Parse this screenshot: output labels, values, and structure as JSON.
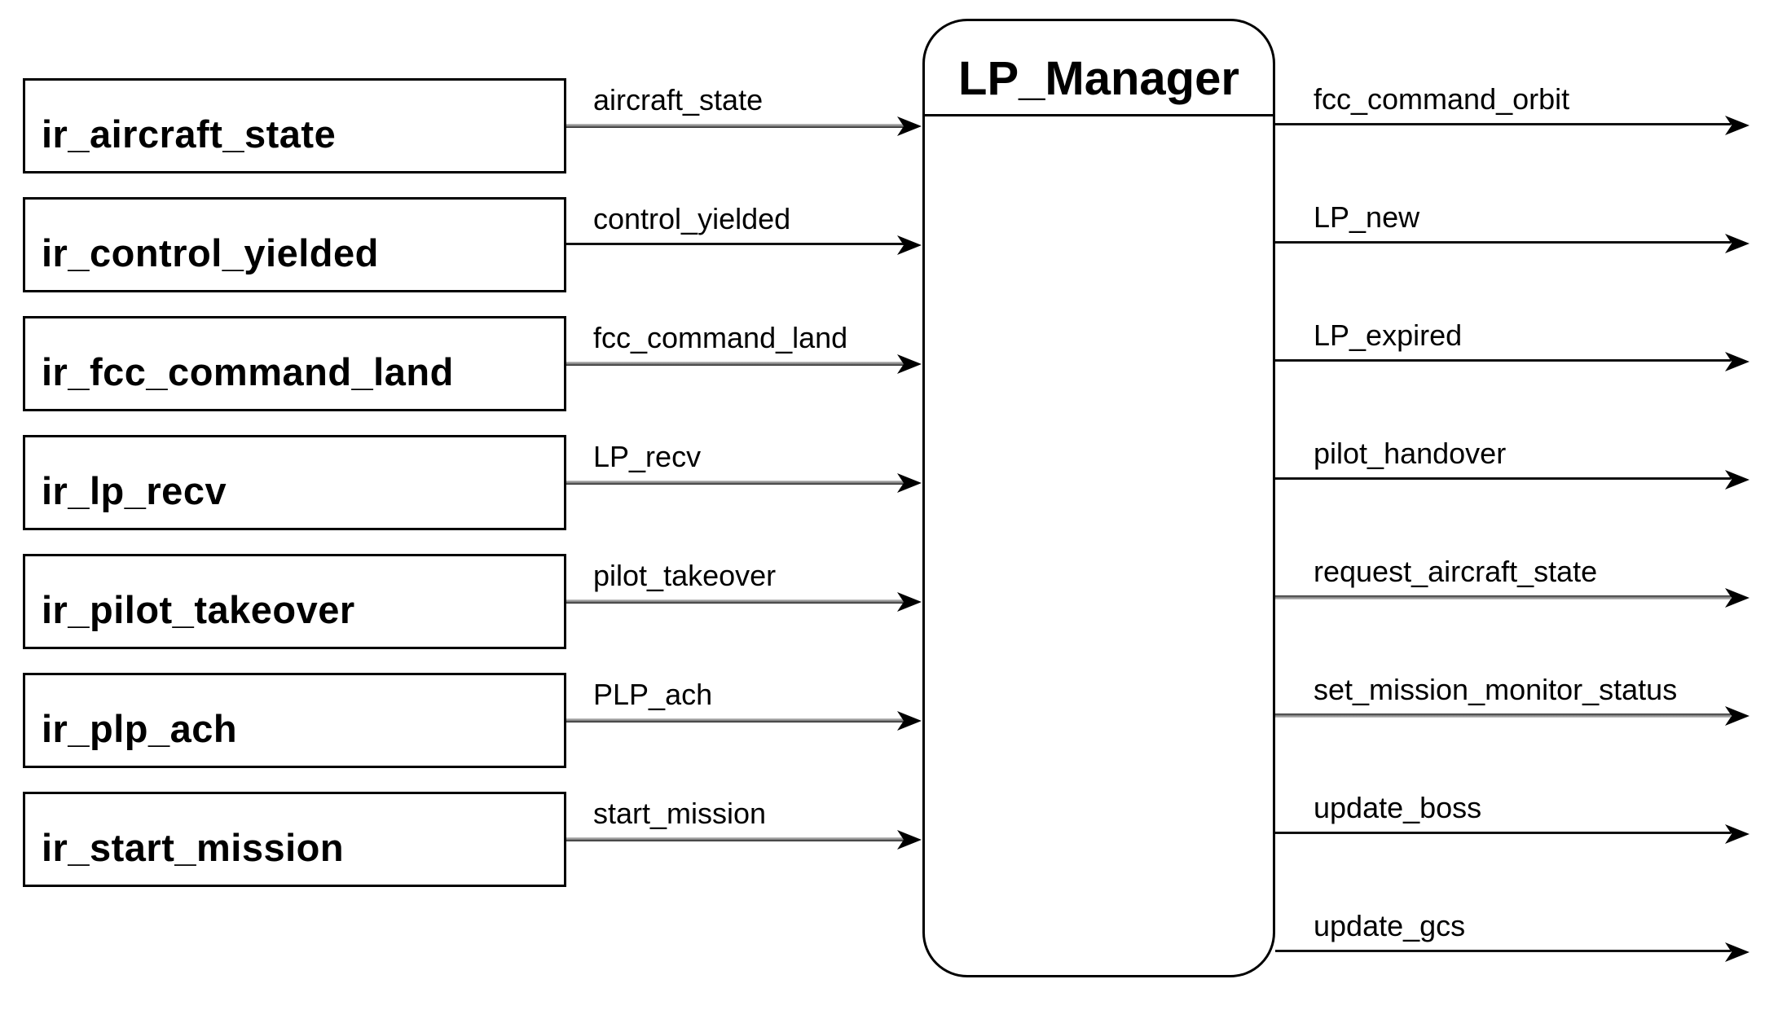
{
  "diagram": {
    "component": {
      "title": "LP_Manager"
    },
    "inputs": [
      {
        "source": "ir_aircraft_state",
        "signal": "aircraft_state",
        "line_style": "thick-gray"
      },
      {
        "source": "ir_control_yielded",
        "signal": "control_yielded",
        "line_style": "thin-black"
      },
      {
        "source": "ir_fcc_command_land",
        "signal": "fcc_command_land",
        "line_style": "thick-gray"
      },
      {
        "source": "ir_lp_recv",
        "signal": "LP_recv",
        "line_style": "thick-gray"
      },
      {
        "source": "ir_pilot_takeover",
        "signal": "pilot_takeover",
        "line_style": "thick-gray"
      },
      {
        "source": "ir_plp_ach",
        "signal": "PLP_ach",
        "line_style": "thick-gray"
      },
      {
        "source": "ir_start_mission",
        "signal": "start_mission",
        "line_style": "thick-gray"
      }
    ],
    "outputs": [
      {
        "signal": "fcc_command_orbit",
        "line_style": "thin-black"
      },
      {
        "signal": "LP_new",
        "line_style": "thin-black"
      },
      {
        "signal": "LP_expired",
        "line_style": "thin-black"
      },
      {
        "signal": "pilot_handover",
        "line_style": "thin-black"
      },
      {
        "signal": "request_aircraft_state",
        "line_style": "thick-gray"
      },
      {
        "signal": "set_mission_monitor_status",
        "line_style": "thick-gray"
      },
      {
        "signal": "update_boss",
        "line_style": "thin-black"
      },
      {
        "signal": "update_gcs",
        "line_style": "thin-black"
      }
    ],
    "colors": {
      "background": "#ffffff",
      "stroke": "#000000",
      "thick_line_gray": "#8c8c8c"
    }
  }
}
